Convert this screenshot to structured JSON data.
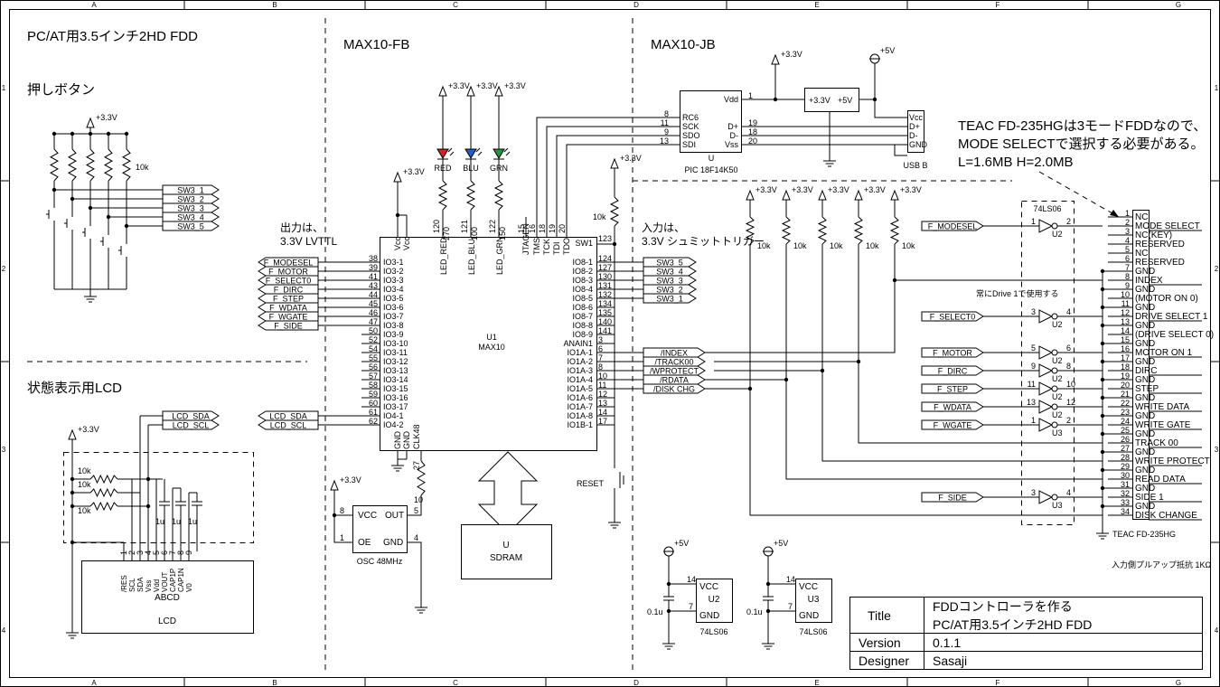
{
  "frame": {
    "col_letters": [
      "A",
      "B",
      "C",
      "D",
      "E",
      "F",
      "G"
    ],
    "row_numbers": [
      "1",
      "2",
      "3",
      "4"
    ]
  },
  "sections": {
    "title_main": "PC/AT用3.5インチ2HD FDD",
    "push_buttons": "押しボタン",
    "status_lcd": "状態表示用LCD",
    "max10_fb": "MAX10-FB",
    "max10_jb": "MAX10-JB"
  },
  "notes": {
    "output_line1": "出力は、",
    "output_line2": "3.3V LVTTL",
    "input_line1": "入力は、",
    "input_line2": "3.3V シュミットトリガー",
    "teac_line1": "TEAC FD-235HGは3モードFDDなので、",
    "teac_line2": "MODE SELECTで選択する必要がある。",
    "teac_line3": "L=1.6MB H=2.0MB",
    "drive1": "常にDrive 1で使用する",
    "pullup": "入力側プルアップ抵抗 1KΩ"
  },
  "power": {
    "v33": "+3.3V",
    "v5": "+5V"
  },
  "buttons": {
    "resistor_value": "10k",
    "nets": [
      "SW3_1",
      "SW3_2",
      "SW3_3",
      "SW3_4",
      "SW3_5"
    ]
  },
  "leds": [
    {
      "name": "RED",
      "resistor": "270",
      "pin": "120",
      "net": "LED_RED",
      "color": "#d22222"
    },
    {
      "name": "BLU",
      "resistor": "100",
      "pin": "121",
      "net": "LED_BLU",
      "color": "#1f5fd0"
    },
    {
      "name": "GRN",
      "resistor": "150",
      "pin": "122",
      "net": "LED_GRN",
      "color": "#1f9a3a"
    }
  ],
  "u1": {
    "ref": "U1",
    "part": "MAX10",
    "vcc_label": "Vcc",
    "gnd_label": "GND",
    "clk_label": "CLK48",
    "clk_pin": "27",
    "sw1_label": "SW1",
    "sw1_pin": "123",
    "jtag": [
      {
        "name": "JTAGEN",
        "pin": "15"
      },
      {
        "name": "TMS",
        "pin": "16"
      },
      {
        "name": "TCK",
        "pin": "18"
      },
      {
        "name": "TDI",
        "pin": "19"
      },
      {
        "name": "TDO",
        "pin": "20"
      }
    ],
    "left_pins": [
      {
        "pin": "38",
        "name": "IO3-1",
        "net": "F_MODESEL"
      },
      {
        "pin": "39",
        "name": "IO3-2",
        "net": "F_MOTOR"
      },
      {
        "pin": "41",
        "name": "IO3-3",
        "net": "F_SELECT0"
      },
      {
        "pin": "43",
        "name": "IO3-4",
        "net": "F_DIRC"
      },
      {
        "pin": "44",
        "name": "IO3-5",
        "net": "F_STEP"
      },
      {
        "pin": "45",
        "name": "IO3-6",
        "net": "F_WDATA"
      },
      {
        "pin": "46",
        "name": "IO3-7",
        "net": "F_WGATE"
      },
      {
        "pin": "47",
        "name": "IO3-8",
        "net": "F_SIDE"
      },
      {
        "pin": "50",
        "name": "IO3-9",
        "net": ""
      },
      {
        "pin": "52",
        "name": "IO3-10",
        "net": ""
      },
      {
        "pin": "54",
        "name": "IO3-11",
        "net": ""
      },
      {
        "pin": "55",
        "name": "IO3-12",
        "net": ""
      },
      {
        "pin": "56",
        "name": "IO3-13",
        "net": ""
      },
      {
        "pin": "57",
        "name": "IO3-14",
        "net": ""
      },
      {
        "pin": "58",
        "name": "IO3-15",
        "net": ""
      },
      {
        "pin": "59",
        "name": "IO3-16",
        "net": ""
      },
      {
        "pin": "60",
        "name": "IO3-17",
        "net": ""
      },
      {
        "pin": "61",
        "name": "IO4-1",
        "net": "LCD_SDA"
      },
      {
        "pin": "62",
        "name": "IO4-2",
        "net": "LCD_SCL"
      }
    ],
    "right_pins": [
      {
        "pin": "124",
        "name": "IO8-1",
        "net": "SW3_5"
      },
      {
        "pin": "127",
        "name": "IO8-2",
        "net": "SW3_4"
      },
      {
        "pin": "130",
        "name": "IO8-3",
        "net": "SW3_3"
      },
      {
        "pin": "131",
        "name": "IO8-4",
        "net": "SW3_2"
      },
      {
        "pin": "132",
        "name": "IO8-5",
        "net": "SW3_1"
      },
      {
        "pin": "134",
        "name": "IO8-6",
        "net": ""
      },
      {
        "pin": "135",
        "name": "IO8-7",
        "net": ""
      },
      {
        "pin": "140",
        "name": "IO8-8",
        "net": ""
      },
      {
        "pin": "141",
        "name": "IO8-9",
        "net": ""
      },
      {
        "pin": "3",
        "name": "ANAIN1",
        "net": ""
      },
      {
        "pin": "6",
        "name": "IO1A-1",
        "net": "/INDEX"
      },
      {
        "pin": "7",
        "name": "IO1A-2",
        "net": "/TRACK00"
      },
      {
        "pin": "8",
        "name": "IO1A-3",
        "net": "/WPROTECT"
      },
      {
        "pin": "10",
        "name": "IO1A-4",
        "net": "/RDATA"
      },
      {
        "pin": "11",
        "name": "IO1A-5",
        "net": "/DISK CHG"
      },
      {
        "pin": "12",
        "name": "IO1A-6",
        "net": ""
      },
      {
        "pin": "13",
        "name": "IO1A-7",
        "net": ""
      },
      {
        "pin": "14",
        "name": "IO1A-8",
        "net": ""
      },
      {
        "pin": "17",
        "name": "IO1B-1",
        "net": ""
      }
    ]
  },
  "reset": {
    "label": "RESET",
    "resistor": "10k"
  },
  "osc": {
    "label": "OSC 48MHz",
    "vcc": "VCC",
    "out": "OUT",
    "oe": "OE",
    "gnd": "GND",
    "pin_vcc": "8",
    "pin_out": "5",
    "pin_oe": "1",
    "pin_gnd": "4",
    "r_value": "10"
  },
  "sdram": {
    "ref": "U",
    "name": "SDRAM"
  },
  "lcd": {
    "resistors": [
      "10k",
      "10k",
      "10k"
    ],
    "caps": [
      "1u",
      "1u",
      "1u"
    ],
    "pins": [
      {
        "num": "1",
        "name": "/RES"
      },
      {
        "num": "2",
        "name": "SCL"
      },
      {
        "num": "3",
        "name": "SDA"
      },
      {
        "num": "4",
        "name": "Vss"
      },
      {
        "num": "5",
        "name": "Vdd"
      },
      {
        "num": "6",
        "name": "VOUT"
      },
      {
        "num": "7",
        "name": "CAP1P"
      },
      {
        "num": "8",
        "name": "CAP1N"
      },
      {
        "num": "9",
        "name": "V0"
      }
    ],
    "model": "ABCD",
    "name": "LCD",
    "net_sda": "LCD_SDA",
    "net_scl": "LCD_SCL"
  },
  "pic": {
    "ref": "U",
    "part": "PIC 18F14K50",
    "left_pins": [
      {
        "pin": "8",
        "name": "RC6"
      },
      {
        "pin": "11",
        "name": "SCK"
      },
      {
        "pin": "9",
        "name": "SDO"
      },
      {
        "pin": "13",
        "name": "SDI"
      }
    ],
    "right_pins": [
      {
        "pin": "1",
        "name": "Vdd"
      },
      {
        "pin": "19",
        "name": "D+"
      },
      {
        "pin": "18",
        "name": "D-"
      },
      {
        "pin": "20",
        "name": "Vss"
      }
    ]
  },
  "regulator": {
    "in": "+3.3V",
    "out": "+5V"
  },
  "usb": {
    "label": "USB B",
    "pins": [
      "Vcc",
      "D+",
      "D-",
      "GND"
    ]
  },
  "pullups": {
    "resistor_value": "10k"
  },
  "gates": {
    "header_part": "74LS06",
    "list": [
      {
        "net": "F_MODESEL",
        "in": "1",
        "out": "2",
        "ref": "U2"
      },
      {
        "net": "F_SELECT0",
        "in": "3",
        "out": "4",
        "ref": "U2"
      },
      {
        "net": "F_MOTOR",
        "in": "5",
        "out": "6",
        "ref": "U2"
      },
      {
        "net": "F_DIRC",
        "in": "9",
        "out": "8",
        "ref": "U2"
      },
      {
        "net": "F_STEP",
        "in": "11",
        "out": "10",
        "ref": "U2"
      },
      {
        "net": "F_WDATA",
        "in": "13",
        "out": "12",
        "ref": "U2"
      },
      {
        "net": "F_WGATE",
        "in": "1",
        "out": "2",
        "ref": "U3"
      },
      {
        "net": "F_SIDE",
        "in": "3",
        "out": "4",
        "ref": "U3"
      }
    ]
  },
  "fdd": {
    "label": "TEAC FD-235HG",
    "pins": [
      {
        "num": "1",
        "name": "NC"
      },
      {
        "num": "2",
        "name": "MODE SELECT"
      },
      {
        "num": "3",
        "name": "NC(KEY)"
      },
      {
        "num": "4",
        "name": "RESERVED"
      },
      {
        "num": "5",
        "name": "NC"
      },
      {
        "num": "6",
        "name": "RESERVED"
      },
      {
        "num": "7",
        "name": "GND"
      },
      {
        "num": "8",
        "name": "INDEX"
      },
      {
        "num": "9",
        "name": "GND"
      },
      {
        "num": "10",
        "name": "(MOTOR ON 0)"
      },
      {
        "num": "11",
        "name": "GND"
      },
      {
        "num": "12",
        "name": "DRIVE SELECT 1"
      },
      {
        "num": "13",
        "name": "GND"
      },
      {
        "num": "14",
        "name": "(DRIVE SELECT 0)"
      },
      {
        "num": "15",
        "name": "GND"
      },
      {
        "num": "16",
        "name": "MOTOR ON 1"
      },
      {
        "num": "17",
        "name": "GND"
      },
      {
        "num": "18",
        "name": "DIRC"
      },
      {
        "num": "19",
        "name": "GND"
      },
      {
        "num": "20",
        "name": "STEP"
      },
      {
        "num": "21",
        "name": "GND"
      },
      {
        "num": "22",
        "name": "WRITE DATA"
      },
      {
        "num": "23",
        "name": "GND"
      },
      {
        "num": "24",
        "name": "WRITE GATE"
      },
      {
        "num": "25",
        "name": "GND"
      },
      {
        "num": "26",
        "name": "TRACK 00"
      },
      {
        "num": "27",
        "name": "GND"
      },
      {
        "num": "28",
        "name": "WRITE PROTECT"
      },
      {
        "num": "29",
        "name": "GND"
      },
      {
        "num": "30",
        "name": "READ DATA"
      },
      {
        "num": "31",
        "name": "GND"
      },
      {
        "num": "32",
        "name": "SIDE 1"
      },
      {
        "num": "33",
        "name": "GND"
      },
      {
        "num": "34",
        "name": "DISK CHANGE"
      }
    ]
  },
  "decoupling": [
    {
      "ref": "U2",
      "part": "74LS06",
      "vcc": "VCC",
      "gnd": "GND",
      "pin_vcc": "14",
      "pin_gnd": "7",
      "cap": "0.1u",
      "supply": "+5V"
    },
    {
      "ref": "U3",
      "part": "74LS06",
      "vcc": "VCC",
      "gnd": "GND",
      "pin_vcc": "14",
      "pin_gnd": "7",
      "cap": "0.1u",
      "supply": "+5V"
    }
  ],
  "title_block": {
    "title_label": "Title",
    "title_line1": "FDDコントローラを作る",
    "title_line2": "PC/AT用3.5インチ2HD FDD",
    "version_label": "Version",
    "version_value": "0.1.1",
    "designer_label": "Designer",
    "designer_value": "Sasaji"
  }
}
